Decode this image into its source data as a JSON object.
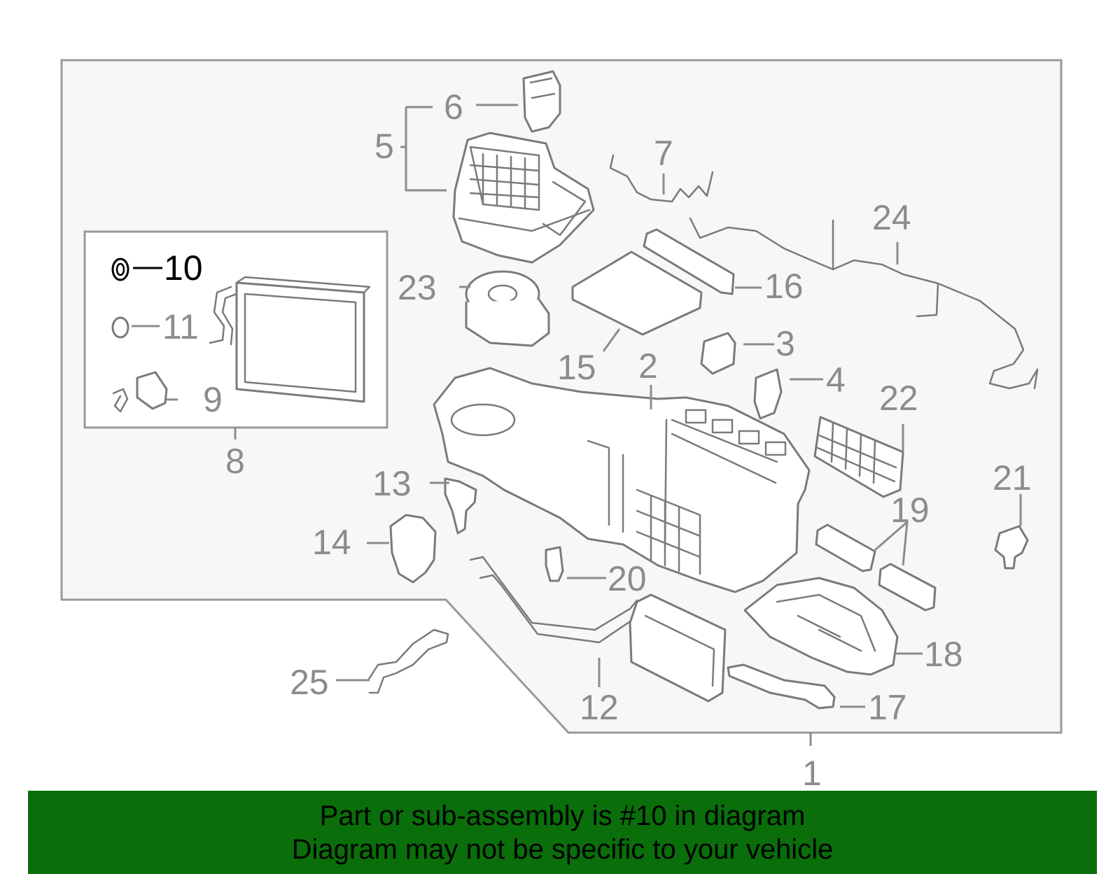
{
  "colors": {
    "banner_bg": "#0a6e0a",
    "highlight": "#000000",
    "callout_gray": "#8c8c8c",
    "panel_fill": "#f7f7f7",
    "border_gray": "#999999"
  },
  "diagram": {
    "highlighted_part": "10",
    "callouts": {
      "c1": "1",
      "c2": "2",
      "c3": "3",
      "c4": "4",
      "c5": "5",
      "c6": "6",
      "c7": "7",
      "c8": "8",
      "c9": "9",
      "c10": "10",
      "c11": "11",
      "c12": "12",
      "c13": "13",
      "c14": "14",
      "c15": "15",
      "c16": "16",
      "c17": "17",
      "c18": "18",
      "c19": "19",
      "c20": "20",
      "c21": "21",
      "c22": "22",
      "c23": "23",
      "c24": "24",
      "c25": "25"
    }
  },
  "banner": {
    "line1": "Part or sub-assembly is #10 in diagram",
    "line2": "Diagram may not be specific to your vehicle"
  }
}
